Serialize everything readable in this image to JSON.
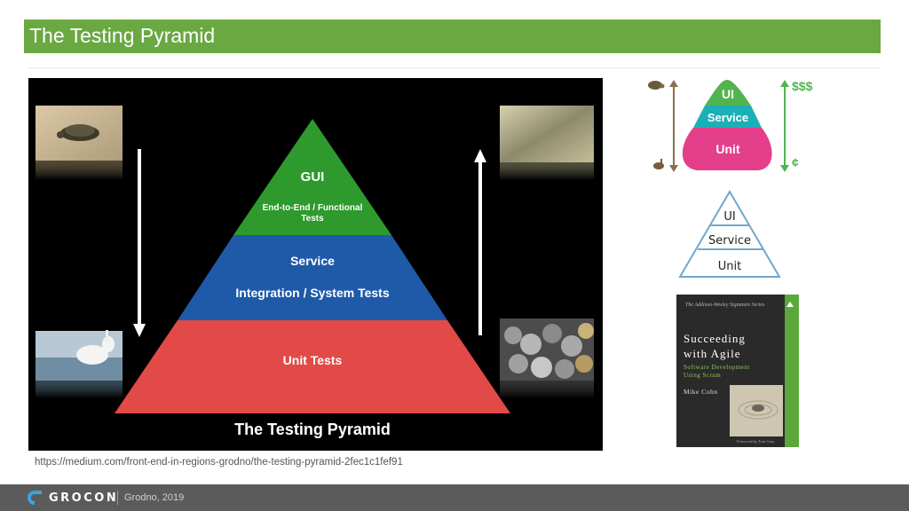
{
  "header": {
    "title": "The Testing Pyramid"
  },
  "main_pyramid": {
    "top_label": "GUI",
    "top_sub": "End-to-End / Functional",
    "top_sub2": "Tests",
    "mid_label": "Service",
    "mid_sub": "Integration / System Tests",
    "bottom_label": "Unit Tests",
    "caption": "The Testing Pyramid"
  },
  "colored_pyramid": {
    "top": "UI",
    "middle": "Service",
    "bottom": "Unit",
    "cost_high": "$$$",
    "cost_low": "¢"
  },
  "sketch_pyramid": {
    "top": "UI",
    "middle": "Service",
    "bottom": "Unit"
  },
  "book": {
    "series": "The Addison-Wesley Signature Series",
    "title_line1": "Succeeding",
    "title_line2": "with Agile",
    "subtitle_line1": "Software Development",
    "subtitle_line2": "Using Scrum",
    "author": "Mike Cohn",
    "foreword": "Foreword by Tom Gray"
  },
  "source": {
    "url": "https://medium.com/front-end-in-regions-grodno/the-testing-pyramid-2fec1c1fef91"
  },
  "footer": {
    "brand": "GROCON",
    "subtitle": "Grodno, 2019"
  },
  "colors": {
    "title_bar": "#6aa842",
    "pyramid_green": "#2e9a2e",
    "pyramid_blue": "#1f5aa8",
    "pyramid_red": "#e14a47",
    "ui_green": "#52b44f",
    "service_teal": "#1bb0b7",
    "unit_pink": "#e33f8a",
    "footer": "#5b5b5b"
  }
}
